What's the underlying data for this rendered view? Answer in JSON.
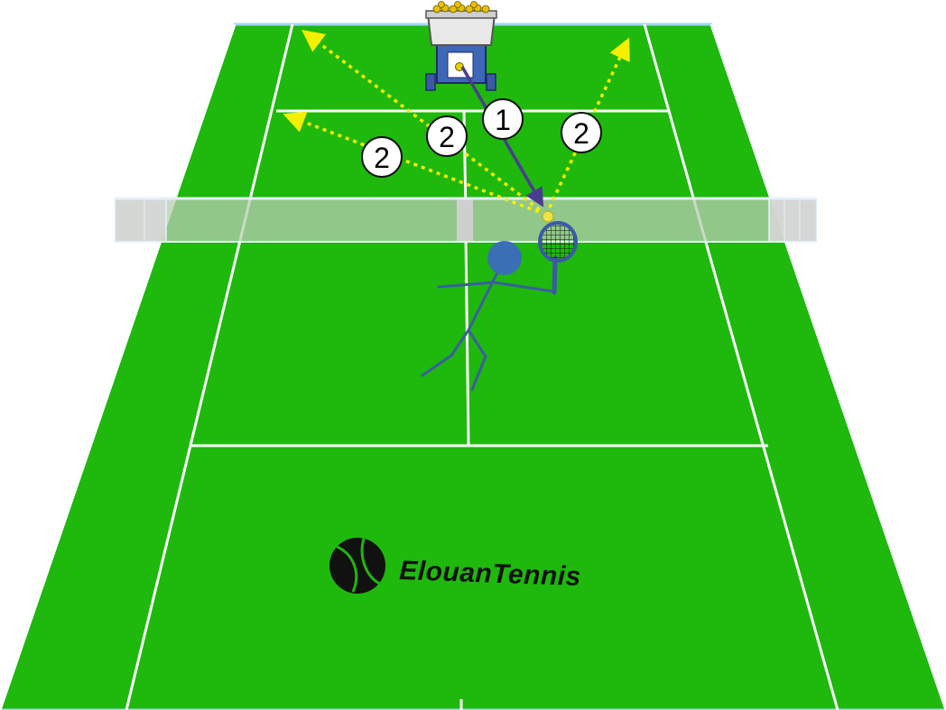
{
  "diagram": {
    "type": "tennis-drill",
    "colors": {
      "court": "#1fb80c",
      "court_border": "#9fd6ee",
      "lines": "#ffffff",
      "net": "#a8c4a2",
      "shot_path": "#f5f000",
      "feed_path": "#4a3d8f",
      "player": "#3a6fb5"
    },
    "steps": [
      {
        "id": "feed",
        "label": "1"
      },
      {
        "id": "shot-far-left",
        "label": "2"
      },
      {
        "id": "shot-left",
        "label": "2"
      },
      {
        "id": "shot-right",
        "label": "2"
      }
    ],
    "branding": {
      "logo_icon": "tennis-ball-icon",
      "name": "ElouanTennis"
    },
    "icons": [
      "ball-machine-icon",
      "player-icon",
      "racket-icon",
      "tennis-ball-icon"
    ]
  }
}
